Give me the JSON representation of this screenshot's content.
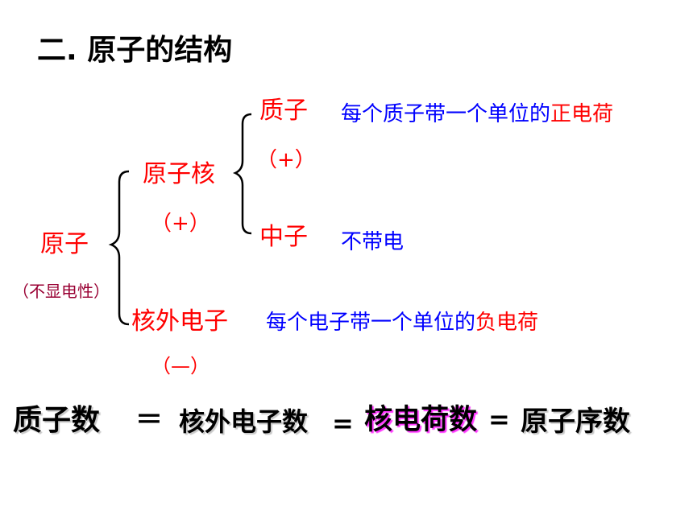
{
  "title": "二. 原子的结构",
  "atom": {
    "label": "原子",
    "note": "（不显电性）"
  },
  "nucleus": {
    "label": "原子核",
    "charge": "（+）"
  },
  "proton": {
    "label": "质子",
    "charge": "（+）",
    "desc_prefix": "每个质子带一个单位的",
    "desc_highlight": "正电荷"
  },
  "neutron": {
    "label": "中子",
    "desc": "不带电"
  },
  "electron": {
    "label": "核外电子",
    "charge": "（—）",
    "desc_prefix": "每个电子带一个单位的",
    "desc_highlight": "负电荷"
  },
  "equation": {
    "term1": "质子数",
    "eq1": "＝",
    "term2": "核外电子数",
    "eq2": "=",
    "term3": "核电荷数",
    "eq3": "=",
    "term4": "原子序数"
  },
  "colors": {
    "red": "#ff0000",
    "blue": "#0000ff",
    "maroon": "#990033",
    "highlight_shadow": "#ff33ff"
  }
}
